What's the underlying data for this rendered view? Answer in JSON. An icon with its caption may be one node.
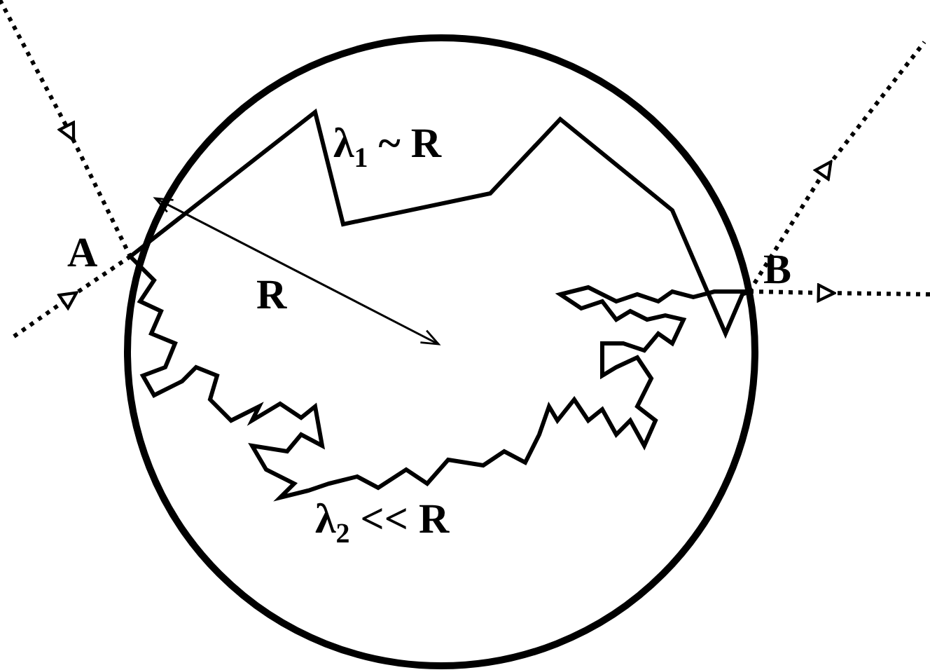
{
  "diagram": {
    "labels": [
      "λ$_{1}$ ~ R",
      "A",
      "B",
      "R",
      "λ$_{2}$ << R"
    ]
  }
}
